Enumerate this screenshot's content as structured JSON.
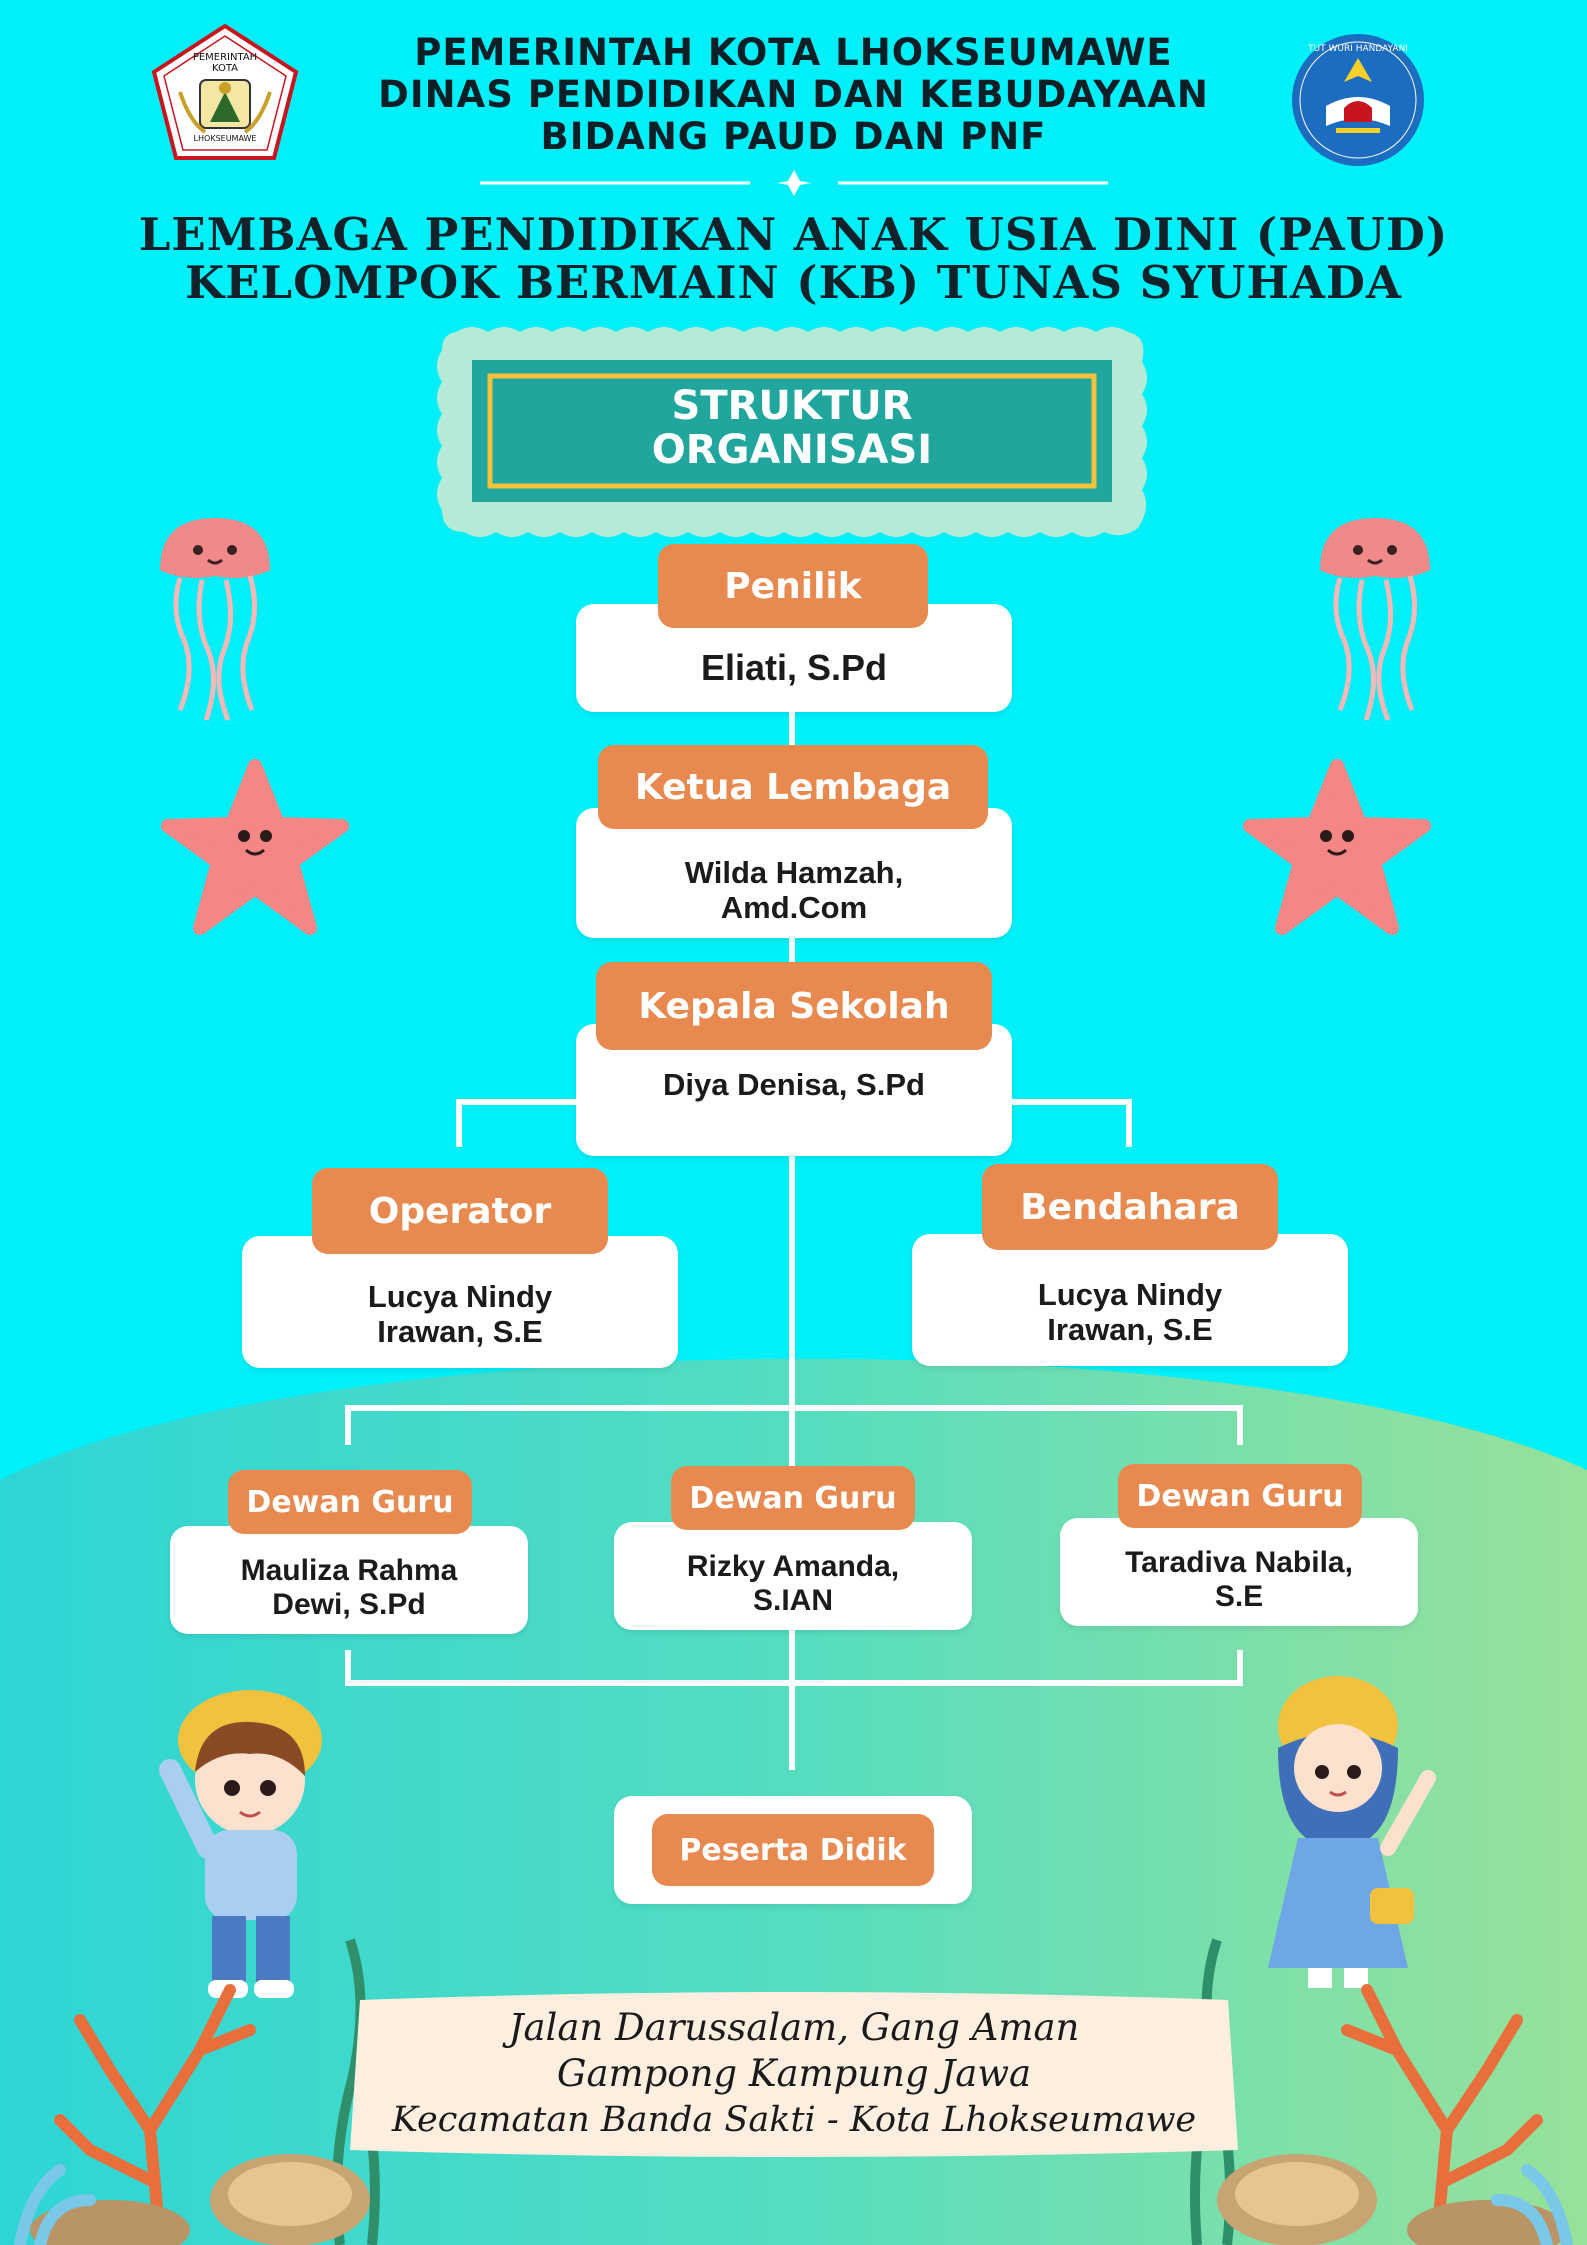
{
  "header": {
    "line1": "PEMERINTAH KOTA LHOKSEUMAWE",
    "line2": "DINAS PENDIDIKAN DAN KEBUDAYAAN",
    "line3": "BIDANG PAUD DAN PNF",
    "institution_line1": "LEMBAGA PENDIDIKAN ANAK USIA DINI (PAUD)",
    "institution_line2": "KELOMPOK BERMAIN (KB) TUNAS SYUHADA",
    "left_logo_text": "PEMERINTAH KOTA",
    "left_logo_bottom": "LHOKSEUMAWE",
    "right_logo_text": "TUT WURI HANDAYANI"
  },
  "banner": {
    "line1": "STRUKTUR",
    "line2": "ORGANISASI"
  },
  "org": {
    "penilik": {
      "title": "Penilik",
      "name": "Eliati, S.Pd"
    },
    "ketua": {
      "title": "Ketua Lembaga",
      "name": "Wilda Hamzah,\nAmd.Com"
    },
    "kepala": {
      "title": "Kepala Sekolah",
      "name": "Diya Denisa, S.Pd"
    },
    "operator": {
      "title": "Operator",
      "name": "Lucya Nindy\nIrawan, S.E"
    },
    "bendahara": {
      "title": "Bendahara",
      "name": "Lucya Nindy\nIrawan, S.E"
    },
    "guru": [
      {
        "title": "Dewan Guru",
        "name": "Mauliza Rahma\nDewi, S.Pd"
      },
      {
        "title": "Dewan Guru",
        "name": "Rizky Amanda,\nS.IAN"
      },
      {
        "title": "Dewan Guru",
        "name": "Taradiva Nabila,\nS.E"
      }
    ],
    "peserta": {
      "title": "Peserta Didik"
    }
  },
  "address": {
    "line1": "Jalan Darussalam, Gang Aman",
    "line2": "Gampong Kampung Jawa",
    "line3": "Kecamatan Banda Sakti - Kota Lhokseumawe"
  },
  "colors": {
    "background_top": "#00F0FA",
    "background_bottom_left": "#3FD9CF",
    "background_bottom_right": "#96E19A",
    "tag": "#E88A4F",
    "banner_fill": "#21A69E",
    "banner_frame": "#B5EAD7",
    "banner_border": "#F2C23E"
  },
  "icons": [
    "jellyfish-icon",
    "starfish-icon",
    "child-boy-icon",
    "child-girl-icon",
    "coral-icon",
    "seaweed-icon",
    "rock-icon"
  ]
}
